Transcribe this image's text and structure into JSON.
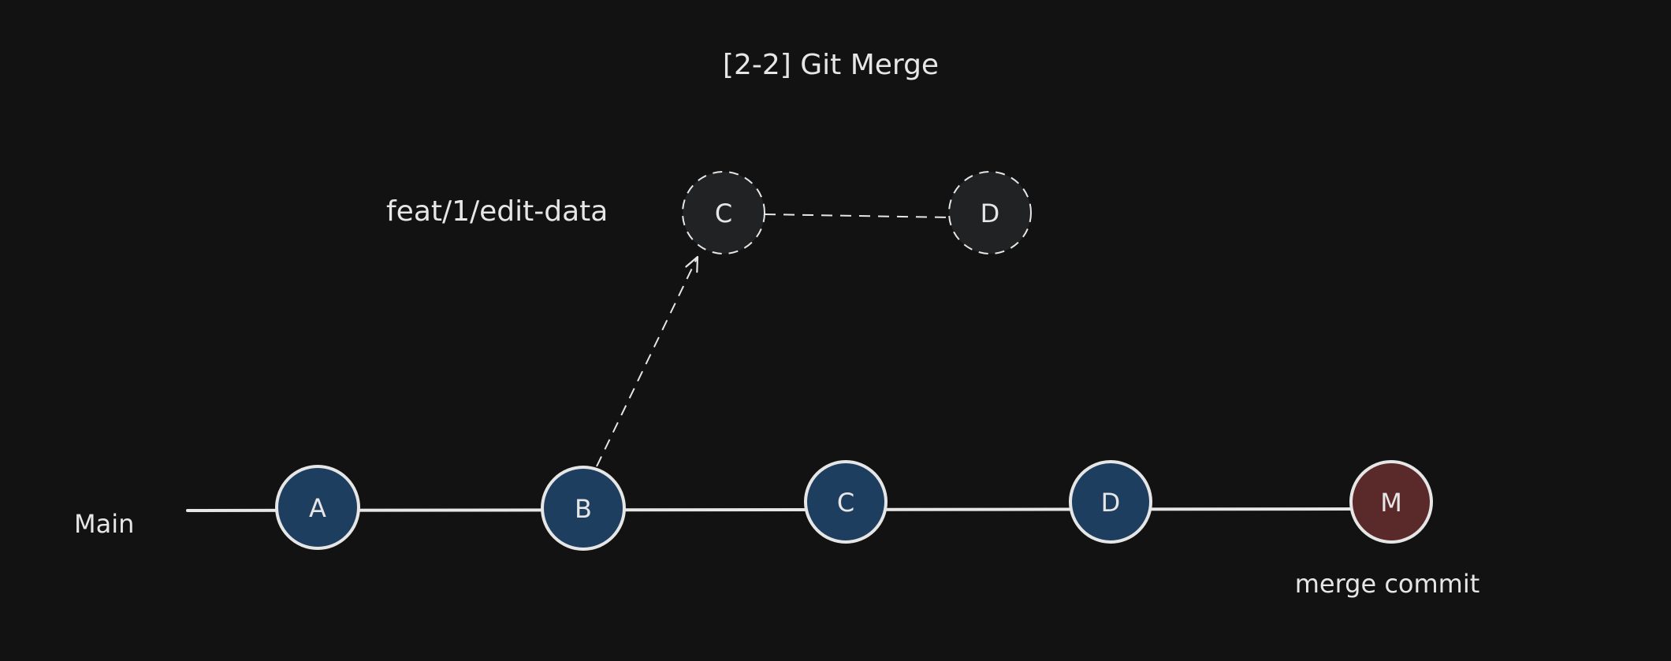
{
  "title": "[2-2] Git Merge",
  "colors": {
    "background": "#121212",
    "main_commit_fill": "#1e3e60",
    "merge_commit_fill": "#5a2a2a",
    "feature_commit_fill": "#212224",
    "stroke": "#e6e6e6"
  },
  "branches": {
    "main": {
      "label": "Main",
      "commits": [
        "A",
        "B",
        "C",
        "D",
        "M"
      ]
    },
    "feature": {
      "label": "feat/1/edit-data",
      "commits": [
        "C",
        "D"
      ]
    }
  },
  "merge_label": "merge commit"
}
